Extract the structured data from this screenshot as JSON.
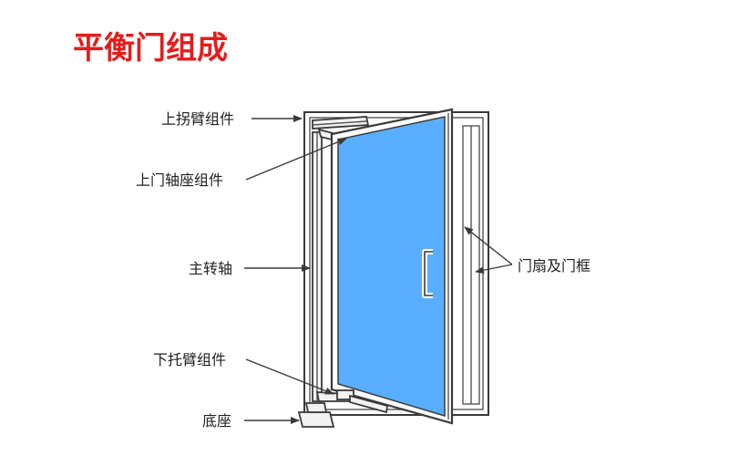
{
  "title": "平衡门组成",
  "colors": {
    "title": "#e51c1c",
    "glass": "#5aaeff",
    "outline": "#3a3a3a",
    "label": "#222222"
  },
  "labels": {
    "upper_arm": "上拐臂组件",
    "upper_pivot": "上门轴座组件",
    "main_shaft": "主转轴",
    "lower_arm": "下托臂组件",
    "base": "底座",
    "leaf_frame": "门扇及门框"
  }
}
